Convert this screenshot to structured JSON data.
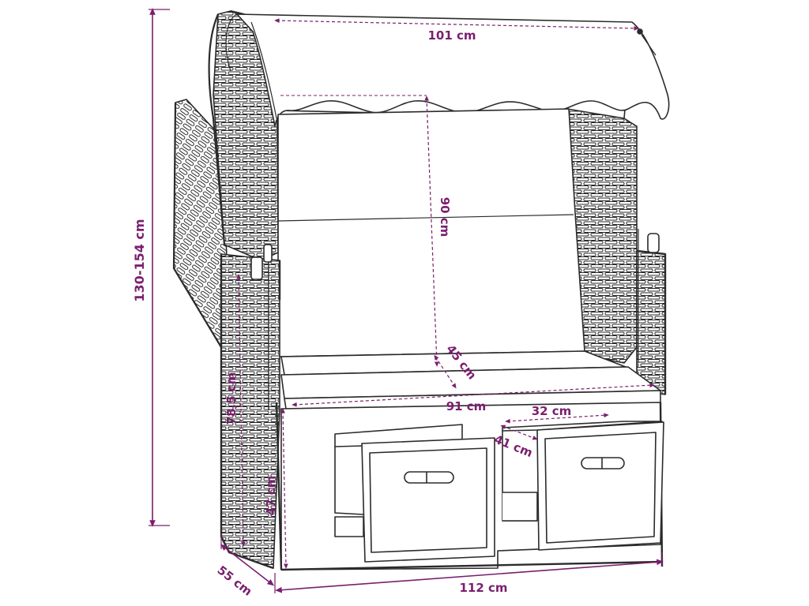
{
  "colors": {
    "dimension": "#7a1f6e",
    "outline": "#2b2b2b",
    "background": "#ffffff"
  },
  "dimensions": {
    "total_height": "130-154 cm",
    "canopy_width": "101 cm",
    "backrest_height": "90 cm",
    "seat_depth": "45 cm",
    "seat_width": "91 cm",
    "armrest_height": "78,5 cm",
    "footrest_width": "32 cm",
    "footrest_depth": "41 cm",
    "seat_height": "47 cm",
    "base_depth": "55 cm",
    "total_width": "112 cm"
  }
}
